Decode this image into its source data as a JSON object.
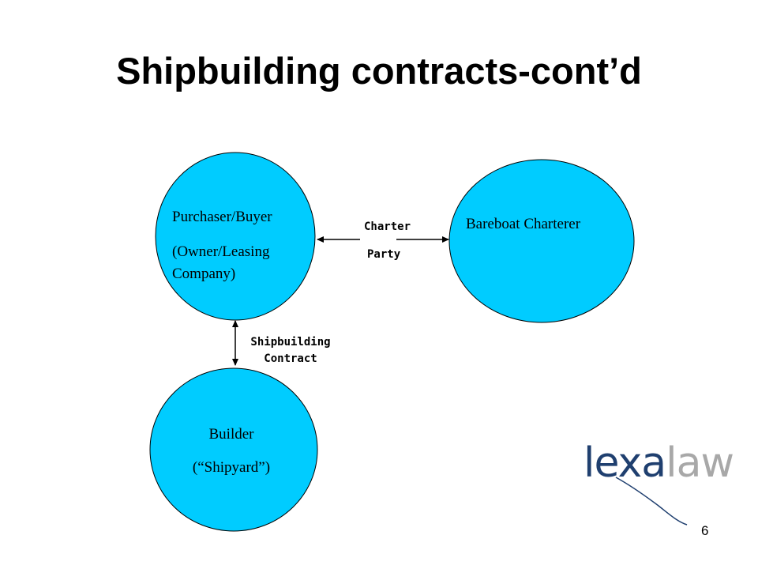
{
  "title": "Shipbuilding contracts-cont’d",
  "nodes": {
    "purchaser": {
      "line1": "Purchaser/Buyer",
      "line2": "(Owner/Leasing",
      "line3": "Company)"
    },
    "charterer": {
      "line1": "Bareboat Charterer"
    },
    "builder": {
      "line1": "Builder",
      "line2": "(“Shipyard”)"
    }
  },
  "edges": {
    "charter_party": {
      "line1": "Charter",
      "line2": "Party"
    },
    "shipbuilding_contract": {
      "line1": "Shipbuilding",
      "line2": "Contract"
    }
  },
  "logo": {
    "text": "lexalaw"
  },
  "page_number": "6",
  "colors": {
    "node_fill": "#00CCFF",
    "logo_dark": "#1f3f6f",
    "logo_light": "#a8a8a8"
  }
}
